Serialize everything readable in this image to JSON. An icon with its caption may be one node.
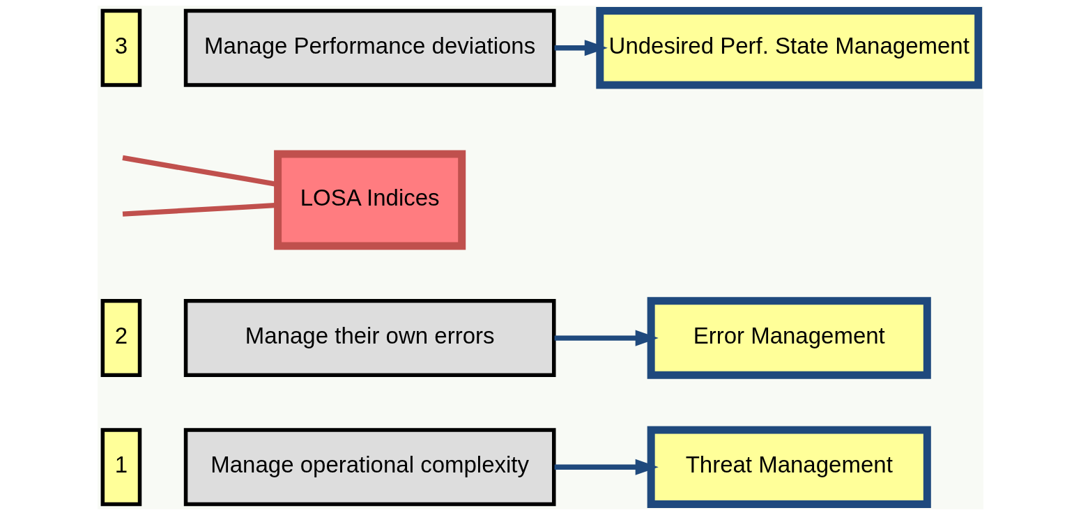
{
  "diagram": {
    "nodes": [
      {
        "text": [
          "1"
        ]
      },
      {
        "text": [
          "Manage operational complexity"
        ]
      },
      {
        "text": [
          "Threat Management"
        ]
      },
      {
        "text": [
          "2"
        ]
      },
      {
        "text": [
          "Manage their own errors"
        ]
      },
      {
        "text": [
          "Error Management"
        ]
      },
      {
        "text": [
          "LOSA Indices"
        ]
      },
      {
        "text": [
          "3"
        ]
      },
      {
        "text": [
          "Manage Performance deviations"
        ]
      },
      {
        "text": [
          "Undesired Perf. State Management"
        ]
      }
    ],
    "edges": [
      {
        "from": 1,
        "to": 2,
        "arrow": "to"
      },
      {
        "from": 4,
        "to": 5,
        "arrow": "to"
      },
      {
        "from": 8,
        "to": 9,
        "arrow": "to"
      },
      {
        "from": null,
        "to": 6,
        "arrow": "none",
        "color": "#c0504d"
      },
      {
        "from": null,
        "to": 6,
        "arrow": "none",
        "color": "#c0504d"
      }
    ]
  }
}
